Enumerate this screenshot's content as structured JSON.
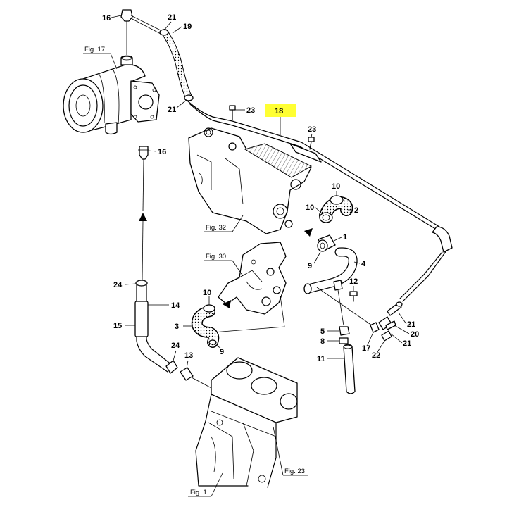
{
  "callouts": [
    "16",
    "21",
    "19",
    "21",
    "16",
    "23",
    "18",
    "23",
    "10",
    "10",
    "2",
    "1",
    "9",
    "4",
    "12",
    "10",
    "3",
    "9",
    "24",
    "14",
    "15",
    "24",
    "13",
    "5",
    "8",
    "11",
    "21",
    "20",
    "21",
    "17",
    "22"
  ],
  "figure_refs": [
    "Fig. 17",
    "Fig. 32",
    "Fig. 30",
    "Fig. 23",
    "Fig. 1"
  ],
  "colors": {
    "line": "#000000",
    "highlight": "#ffff33",
    "background": "#ffffff"
  }
}
